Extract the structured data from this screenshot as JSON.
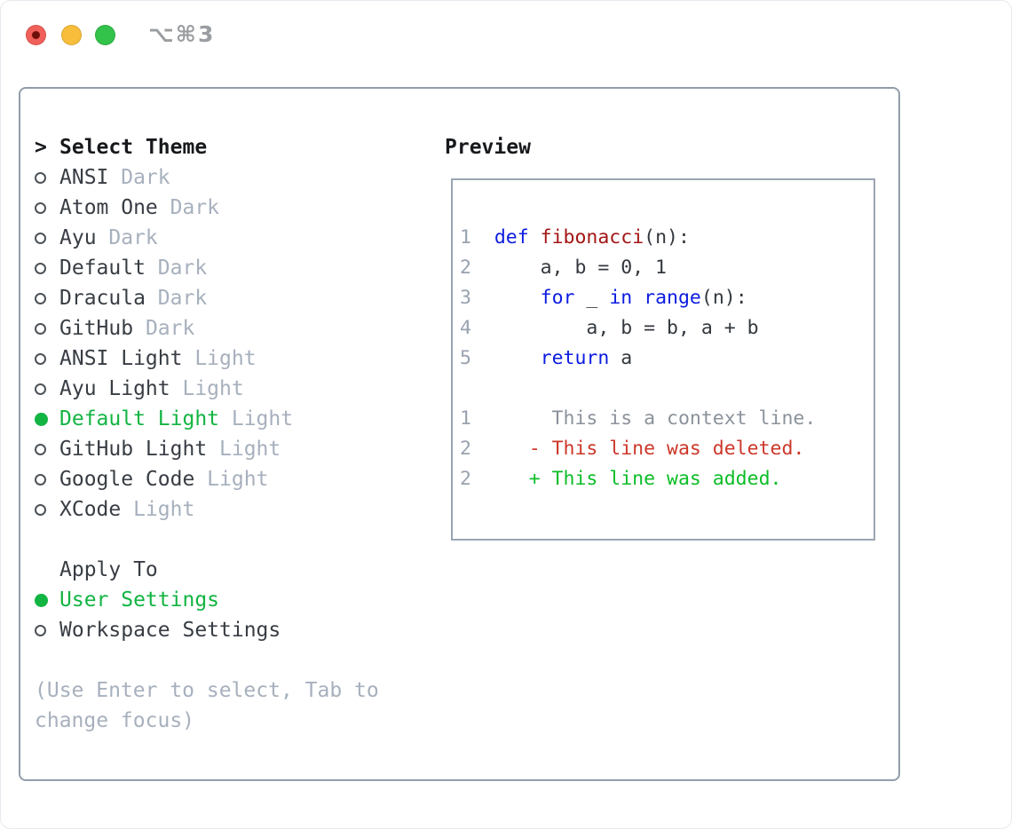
{
  "window": {
    "title": "⌥⌘3",
    "controls": [
      {
        "name": "close-button",
        "color": "#f1605a",
        "has_inner_dot": true
      },
      {
        "name": "minimize-button",
        "color": "#f7bd3b",
        "has_inner_dot": false
      },
      {
        "name": "zoom-button",
        "color": "#33c24a",
        "has_inner_dot": false
      }
    ]
  },
  "theme_panel": {
    "header_prefix": ">",
    "header_label": "Select Theme",
    "themes": [
      {
        "name": "ANSI",
        "variant": "Dark",
        "selected": false
      },
      {
        "name": "Atom One",
        "variant": "Dark",
        "selected": false
      },
      {
        "name": "Ayu",
        "variant": "Dark",
        "selected": false
      },
      {
        "name": "Default",
        "variant": "Dark",
        "selected": false
      },
      {
        "name": "Dracula",
        "variant": "Dark",
        "selected": false
      },
      {
        "name": "GitHub",
        "variant": "Dark",
        "selected": false
      },
      {
        "name": "ANSI Light",
        "variant": "Light",
        "selected": false
      },
      {
        "name": "Ayu Light",
        "variant": "Light",
        "selected": false
      },
      {
        "name": "Default Light",
        "variant": "Light",
        "selected": true
      },
      {
        "name": "GitHub Light",
        "variant": "Light",
        "selected": false
      },
      {
        "name": "Google Code",
        "variant": "Light",
        "selected": false
      },
      {
        "name": "XCode",
        "variant": "Light",
        "selected": false
      }
    ],
    "apply_to_label": "Apply To",
    "apply_options": [
      {
        "name": "User Settings",
        "selected": true
      },
      {
        "name": "Workspace Settings",
        "selected": false
      }
    ],
    "hint_line1": "(Use Enter to select, Tab to",
    "hint_line2": "change focus)"
  },
  "preview": {
    "label": "Preview",
    "lines": [
      {
        "num": "1",
        "tokens": [
          [
            "  ",
            "text"
          ],
          [
            "def",
            "keyword"
          ],
          [
            " ",
            "text"
          ],
          [
            "fibonacci",
            "function"
          ],
          [
            "(n):",
            "text"
          ]
        ]
      },
      {
        "num": "2",
        "tokens": [
          [
            "      a, b = 0, 1",
            "text"
          ]
        ]
      },
      {
        "num": "3",
        "tokens": [
          [
            "      ",
            "text"
          ],
          [
            "for",
            "keyword"
          ],
          [
            " _ ",
            "text"
          ],
          [
            "in",
            "keyword"
          ],
          [
            " ",
            "text"
          ],
          [
            "range",
            "keyword"
          ],
          [
            "(n):",
            "text"
          ]
        ]
      },
      {
        "num": "4",
        "tokens": [
          [
            "          a, b = b, a + b",
            "text"
          ]
        ]
      },
      {
        "num": "5",
        "tokens": [
          [
            "      ",
            "text"
          ],
          [
            "return",
            "keyword"
          ],
          [
            " a",
            "text"
          ]
        ]
      },
      {
        "num": "",
        "tokens": []
      },
      {
        "num": "1",
        "tokens": [
          [
            "       This is a context line.",
            "context"
          ]
        ]
      },
      {
        "num": "2",
        "tokens": [
          [
            "     ",
            "text"
          ],
          [
            "- This line was deleted.",
            "deleted"
          ]
        ]
      },
      {
        "num": "2",
        "tokens": [
          [
            "     ",
            "text"
          ],
          [
            "+ This line was added.",
            "added"
          ]
        ]
      }
    ]
  },
  "colors": {
    "selected_green": "#12b442",
    "item_text": "#383d44",
    "variant_gray": "#a7b0bd",
    "lineno": "#98a2ae",
    "text": "#33383e",
    "keyword": "#0b1ce0",
    "function": "#a31515",
    "context": "#8b929b",
    "deleted": "#cc372a",
    "added": "#0cbd27",
    "marker_ring": "#4c5258",
    "panel_border": "#929daa"
  }
}
